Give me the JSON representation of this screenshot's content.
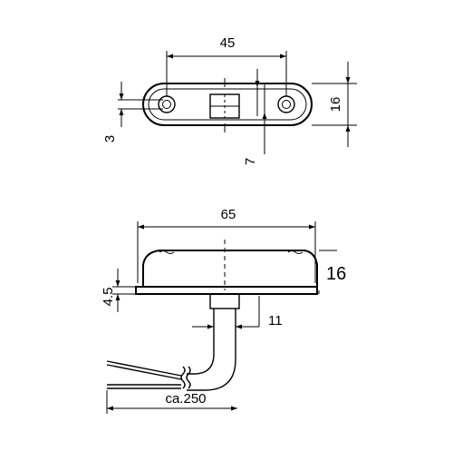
{
  "top_view": {
    "dim_width": "45",
    "dim_height": "16",
    "dim_hole": "3",
    "dim_offset": "7"
  },
  "side_view": {
    "dim_width": "65",
    "dim_height": "16",
    "dim_base": "4.5",
    "dim_cable": "11",
    "dim_length": "ca.250"
  }
}
